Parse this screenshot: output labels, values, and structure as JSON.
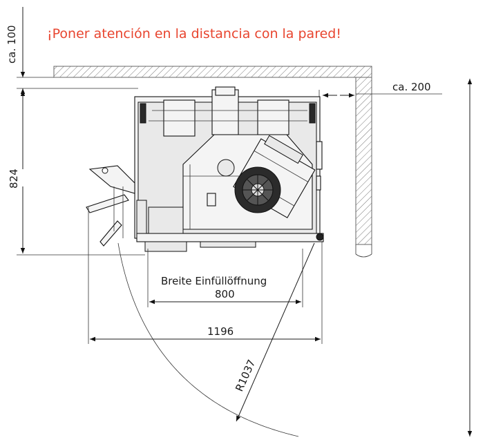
{
  "warning": {
    "text": "¡Poner atención en la distancia con la pared!",
    "color": "#e8452f"
  },
  "dimensions": {
    "wall_distance_top": "ca. 100",
    "wall_distance_side": "ca. 200",
    "depth": "824",
    "opening_label": "Breite Einfüllöffnung",
    "opening_width": "800",
    "overall_width": "1196",
    "swing_radius": "R1037"
  }
}
